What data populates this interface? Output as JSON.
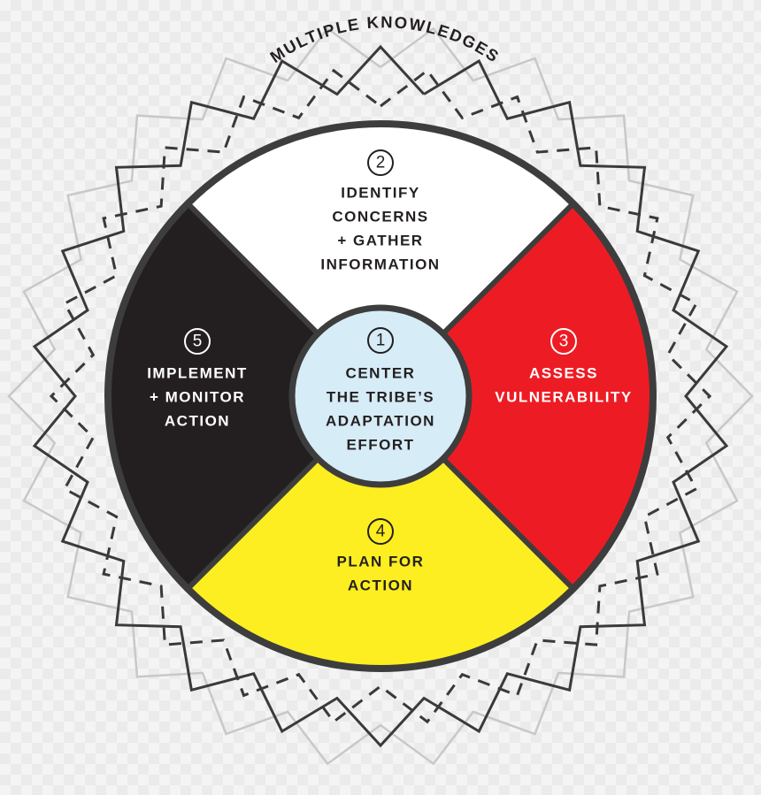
{
  "outer_label": "MULTIPLE KNOWLEDGES",
  "colors": {
    "outline": "#3d3d3d",
    "zigzag_dark": "#3a3a3a",
    "zigzag_light": "#c8c8c8",
    "white_segment": "#ffffff",
    "red_segment": "#ed1c24",
    "yellow_segment": "#fcee21",
    "black_segment": "#231f20",
    "center": "#d6ecf7"
  },
  "steps": [
    {
      "number": "1",
      "lines": [
        "CENTER",
        "THE TRIBE’S",
        "ADAPTATION",
        "EFFORT"
      ],
      "segment": "center"
    },
    {
      "number": "2",
      "lines": [
        "IDENTIFY",
        "CONCERNS",
        "+ GATHER",
        "INFORMATION"
      ],
      "segment": "top"
    },
    {
      "number": "3",
      "lines": [
        "ASSESS",
        "VULNERABILITY"
      ],
      "segment": "right"
    },
    {
      "number": "4",
      "lines": [
        "PLAN FOR",
        "ACTION"
      ],
      "segment": "bottom"
    },
    {
      "number": "5",
      "lines": [
        "IMPLEMENT",
        "+ MONITOR",
        "ACTION"
      ],
      "segment": "left"
    }
  ]
}
